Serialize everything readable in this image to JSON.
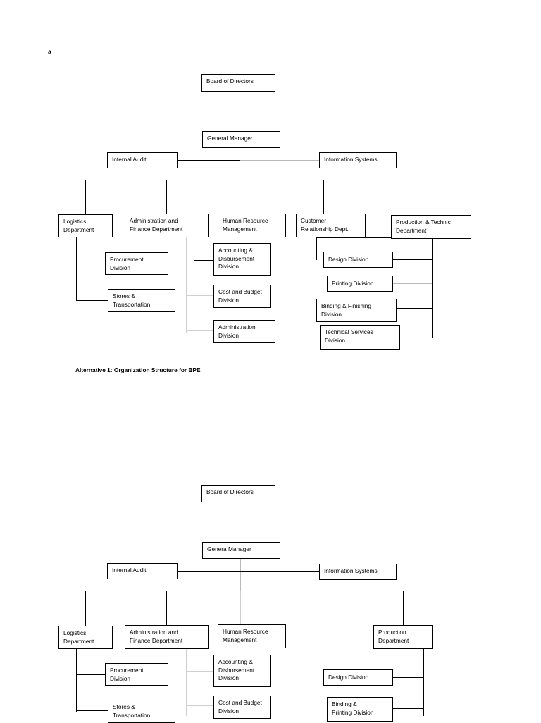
{
  "page": {
    "corner_letter": "a"
  },
  "chart1": {
    "caption": "Alternative 1: Organization Structure for BPE",
    "nodes": {
      "board": "Board of Directors",
      "general_manager": "General Manager",
      "internal_audit": "Internal Audit",
      "information_systems": "Information Systems",
      "logistics": "Logistics\nDepartment",
      "admin_finance": "Administration and\nFinance Department",
      "hr": "Human Resource\nManagement",
      "crm": "Customer\nRelationship Dept.",
      "production": "Production & Technic\nDepartment",
      "procurement": "Procurement\nDivision",
      "stores": "Stores &\nTransportation",
      "accounting": "Accounting &\nDisbursement\nDivision",
      "cost_budget": "Cost and Budget\nDivision",
      "administration": "Administration\nDivision",
      "design": "Design Division",
      "printing": "Printing Division",
      "binding": "Binding & Finishing\nDivision",
      "technical": "Technical Services\nDivision"
    }
  },
  "chart2": {
    "nodes": {
      "board": "Board of Directors",
      "general_manager": "Genera Manager",
      "internal_audit": "Internal Audit",
      "information_systems": "Information Systems",
      "logistics": "Logistics\nDepartment",
      "admin_finance": "Administration and\nFinance Department",
      "hr": "Human Resource\nManagement",
      "production": "Production\nDepartment",
      "procurement": "Procurement\nDivision",
      "stores": "Stores &\nTransportation",
      "accounting": "Accounting &\nDisbursement\nDivision",
      "cost_budget": "Cost and Budget\nDivision",
      "design": "Design Division",
      "binding_printing": "Binding &\nPrinting Division"
    }
  }
}
